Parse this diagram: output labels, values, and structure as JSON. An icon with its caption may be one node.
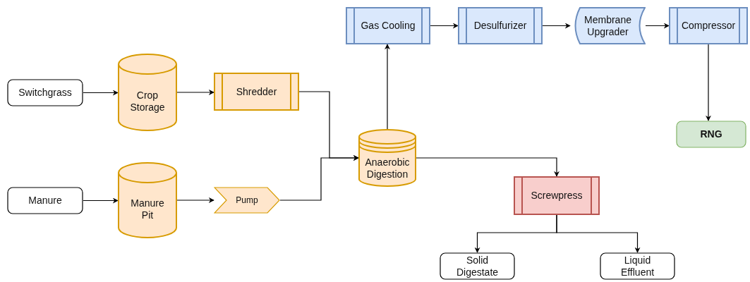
{
  "diagram": {
    "nodes": [
      {
        "text": [
          "Switchgrass"
        ]
      },
      {
        "text": [
          "Crop Storage"
        ]
      },
      {
        "text": [
          "Shredder"
        ]
      },
      {
        "text": [
          "Manure"
        ]
      },
      {
        "text": [
          "Manure Pit"
        ]
      },
      {
        "text": [
          "Pump"
        ]
      },
      {
        "text": [
          "Anaerobic Digestion"
        ]
      },
      {
        "text": [
          "Gas Cooling"
        ]
      },
      {
        "text": [
          "Desulfurizer"
        ]
      },
      {
        "text": [
          "Membrane Upgrader"
        ]
      },
      {
        "text": [
          "Compressor"
        ]
      },
      {
        "text": [
          "RNG"
        ]
      },
      {
        "text": [
          "Screwpress"
        ]
      },
      {
        "text": [
          "Solid Digestate"
        ]
      },
      {
        "text": [
          "Liquid Effluent"
        ]
      }
    ],
    "edges": [
      {
        "from": 0,
        "to": 1,
        "arrow": "to"
      },
      {
        "from": 1,
        "to": 2,
        "arrow": "to"
      },
      {
        "from": 3,
        "to": 4,
        "arrow": "to"
      },
      {
        "from": 4,
        "to": 5,
        "arrow": "to"
      },
      {
        "from": 2,
        "to": 6,
        "arrow": "to"
      },
      {
        "from": 5,
        "to": 6,
        "arrow": "to"
      },
      {
        "from": 6,
        "to": 7,
        "arrow": "to"
      },
      {
        "from": 7,
        "to": 8,
        "arrow": "to"
      },
      {
        "from": 8,
        "to": 9,
        "arrow": "to"
      },
      {
        "from": 9,
        "to": 10,
        "arrow": "to"
      },
      {
        "from": 10,
        "to": 11,
        "arrow": "to"
      },
      {
        "from": 6,
        "to": 12,
        "arrow": "to"
      },
      {
        "from": 12,
        "to": 13,
        "arrow": "to"
      },
      {
        "from": 12,
        "to": 14,
        "arrow": "to"
      }
    ]
  }
}
